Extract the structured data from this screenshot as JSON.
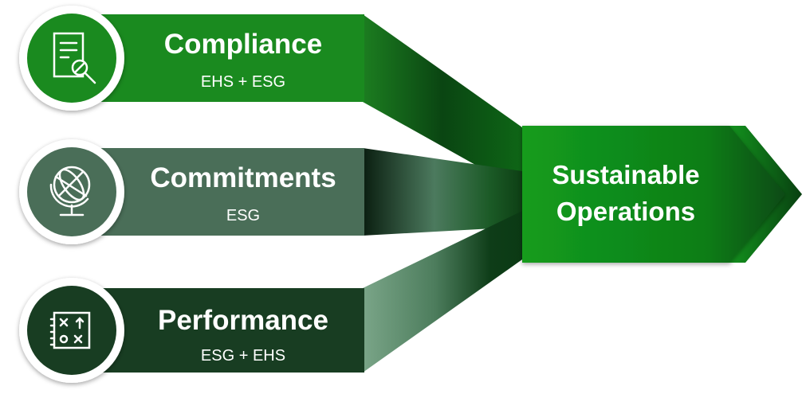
{
  "branches": [
    {
      "title": "Compliance",
      "subtitle": "EHS + ESG",
      "icon": "document-magnifier-icon",
      "color": "#1a8a1f"
    },
    {
      "title": "Commitments",
      "subtitle": "ESG",
      "icon": "globe-icon",
      "color": "#4a6e58"
    },
    {
      "title": "Performance",
      "subtitle": "ESG + EHS",
      "icon": "strategy-board-icon",
      "color": "#183d22"
    }
  ],
  "outcome": {
    "line1": "Sustainable",
    "line2": "Operations",
    "color": "#0f7a1a"
  }
}
